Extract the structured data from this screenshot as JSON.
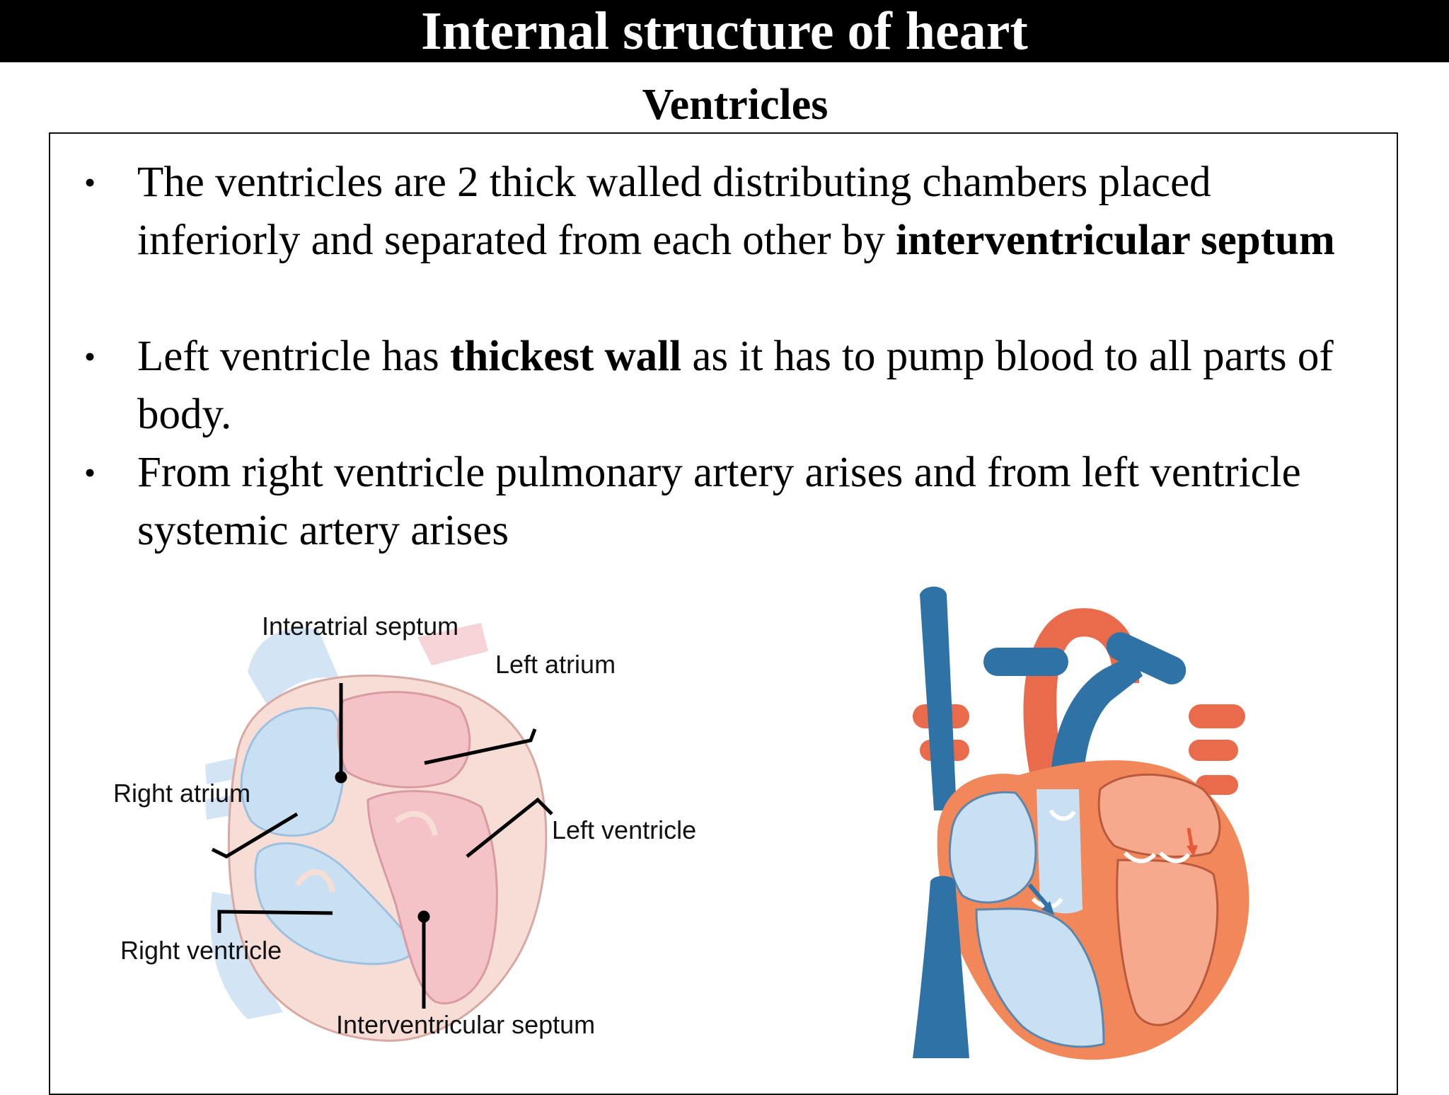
{
  "header": {
    "title": "Internal structure of heart"
  },
  "section": {
    "subtitle": "Ventricles"
  },
  "bullets": [
    {
      "pre": "The ventricles are 2 thick walled distributing chambers placed inferiorly  and separated from each other by ",
      "bold": "interventricular septum",
      "post": ""
    },
    {
      "pre": "Left ventricle has ",
      "bold": "thickest wall",
      "post": " as it has to pump blood to all parts of body."
    },
    {
      "pre": "From right ventricle pulmonary artery arises and from left ventricle systemic artery arises",
      "bold": "",
      "post": ""
    }
  ],
  "diagram_labels": {
    "interatrial_septum": "Interatrial septum",
    "left_atrium": "Left atrium",
    "right_atrium": "Right atrium",
    "left_ventricle": "Left ventricle",
    "right_ventricle": "Right ventricle",
    "interventricular_septum": "Interventricular septum"
  },
  "colors": {
    "title_bar": "#000000",
    "right_side_blue": "#c9dff2",
    "left_side_pink": "#f4c3c8",
    "vessel_blue": "#2f73a6",
    "vessel_orange": "#ea6b4b",
    "myocardium_orange": "#f2875a"
  }
}
